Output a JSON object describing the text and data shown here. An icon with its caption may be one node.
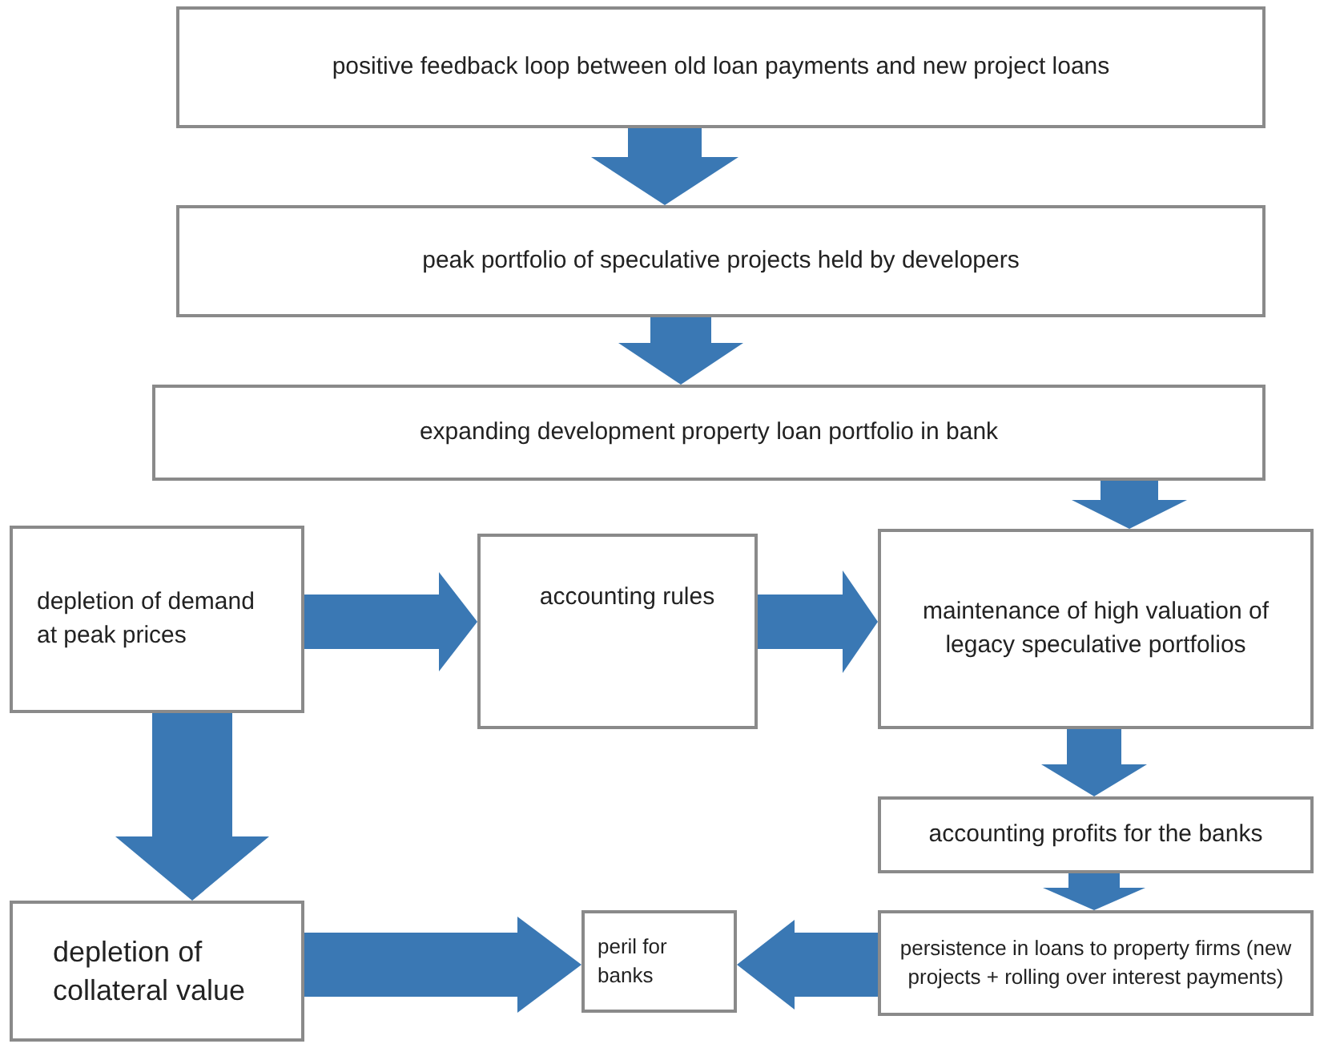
{
  "diagram": {
    "nodes": [
      {
        "text": [
          "positive feedback loop between old loan payments and new project loans"
        ]
      },
      {
        "text": [
          "peak portfolio of speculative projects held by developers"
        ]
      },
      {
        "text": [
          "expanding development property loan portfolio in bank"
        ]
      },
      {
        "text": [
          "depletion of demand at peak prices"
        ]
      },
      {
        "text": [
          "accounting rules"
        ]
      },
      {
        "text": [
          "maintenance of high valuation of legacy speculative portfolios"
        ]
      },
      {
        "text": [
          "accounting profits for the banks"
        ]
      },
      {
        "text": [
          "depletion of collateral value"
        ]
      },
      {
        "text": [
          "peril for banks"
        ]
      },
      {
        "text": [
          "persistence in loans to property firms (new projects + rolling over interest payments)"
        ]
      }
    ],
    "edges": [
      {
        "from": 0,
        "to": 1,
        "arrow": "to"
      },
      {
        "from": 1,
        "to": 2,
        "arrow": "to"
      },
      {
        "from": 2,
        "to": 5,
        "arrow": "to"
      },
      {
        "from": 3,
        "to": 4,
        "arrow": "to"
      },
      {
        "from": 4,
        "to": 5,
        "arrow": "to"
      },
      {
        "from": 5,
        "to": 6,
        "arrow": "to"
      },
      {
        "from": 6,
        "to": 9,
        "arrow": "to"
      },
      {
        "from": 3,
        "to": 7,
        "arrow": "to"
      },
      {
        "from": 7,
        "to": 8,
        "arrow": "to"
      },
      {
        "from": 9,
        "to": 8,
        "arrow": "to"
      }
    ]
  }
}
